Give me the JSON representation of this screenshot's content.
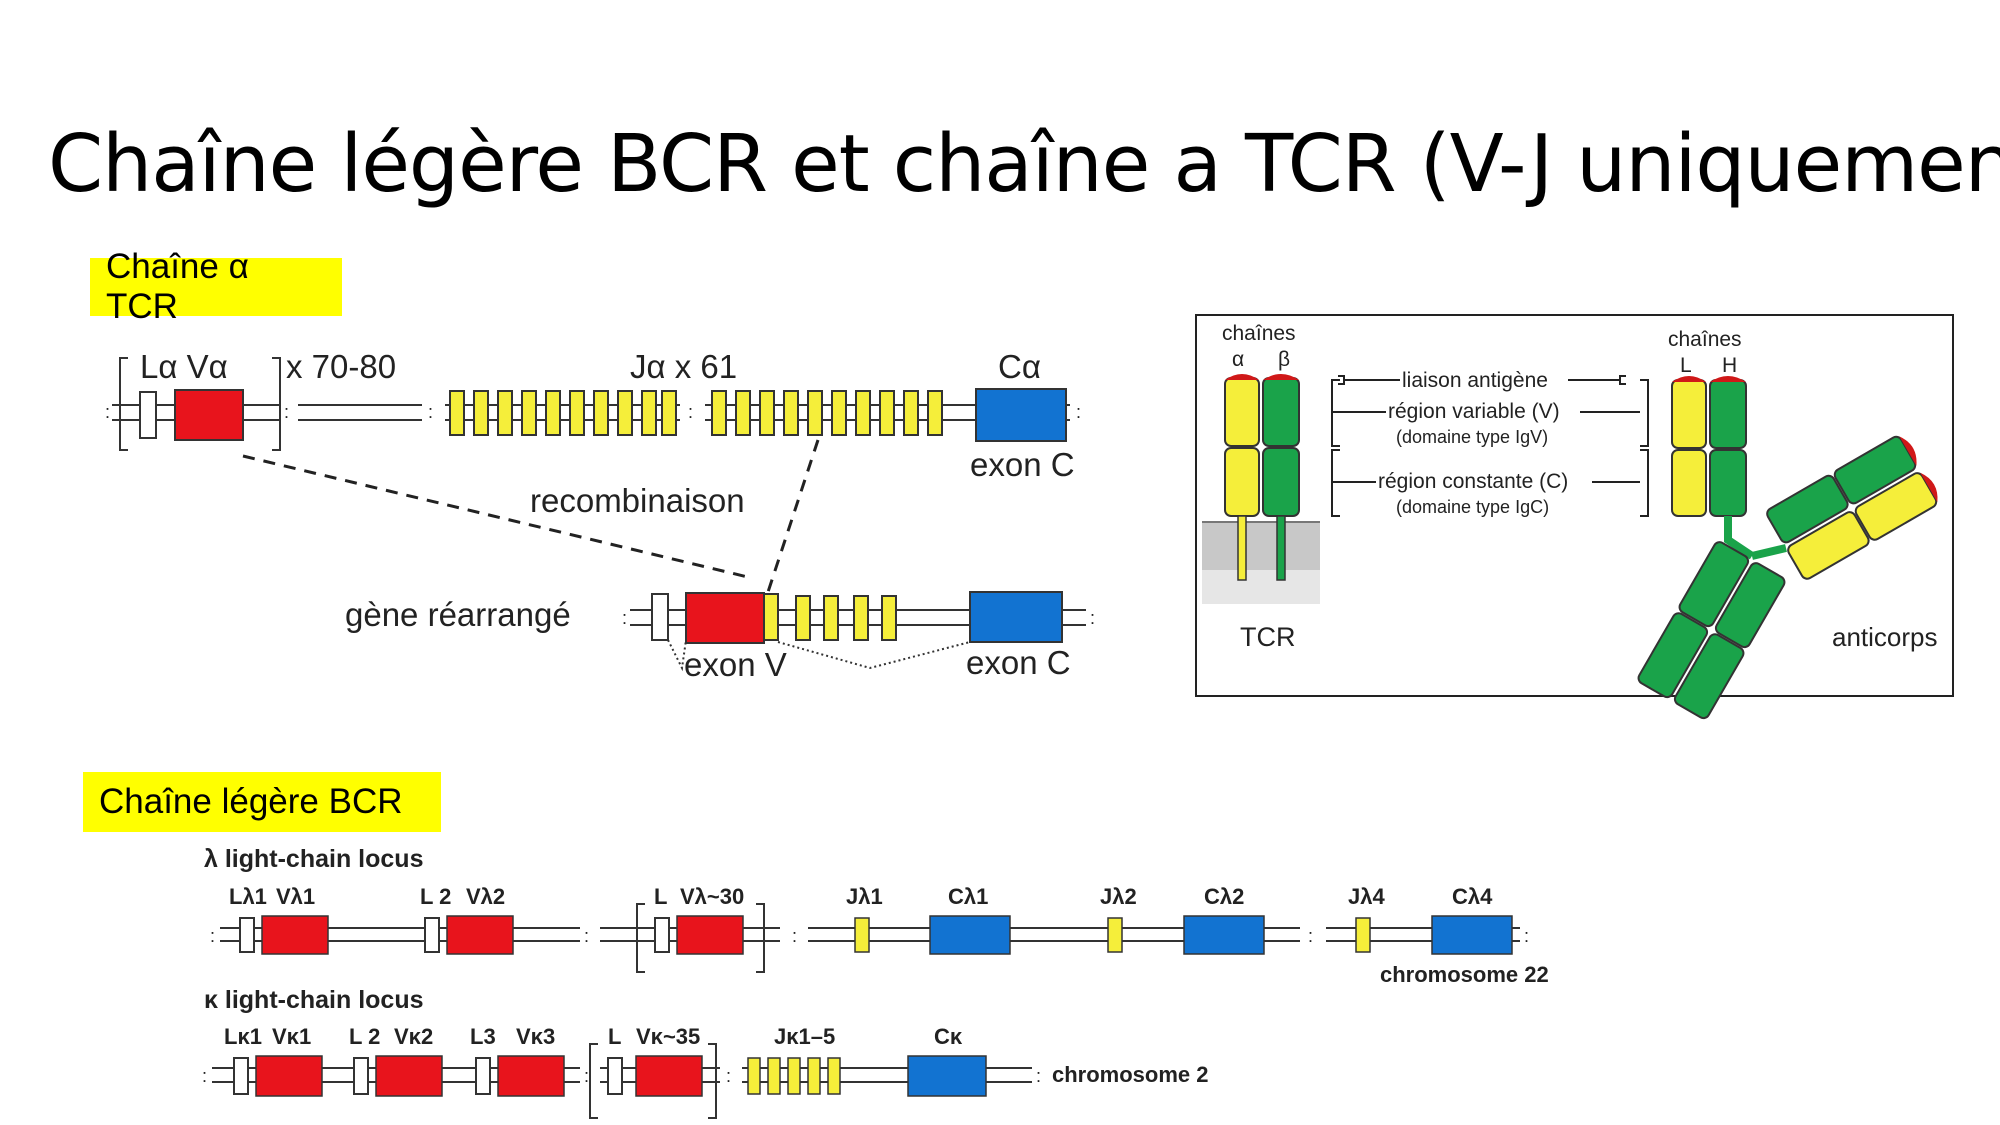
{
  "title": "Chaîne légère BCR et chaîne a TCR (V-J uniquement)",
  "tcr_tag": "Chaîne α TCR",
  "bcr_tag": "Chaîne légère BCR",
  "tcr_locus": {
    "la_va": "Lα Vα",
    "repeat_v": "x 70-80",
    "ja": "Jα x 61",
    "ca": "Cα",
    "exon_c_top": "exon C",
    "recombinaison": "recombinaison",
    "gene_rearrange": "gène réarrangé",
    "exon_v": "exon V",
    "exon_c_bottom": "exon C"
  },
  "structure_panel": {
    "chaines_left": "chaînes",
    "alpha": "α",
    "beta": "β",
    "chaines_right": "chaînes",
    "L": "L",
    "H": "H",
    "liaison": "liaison antigène",
    "region_v": "région variable (V)",
    "domaine_v": "(domaine type IgV)",
    "region_c": "région constante (C)",
    "domaine_c": "(domaine type IgC)",
    "tcr": "TCR",
    "anticorps": "anticorps"
  },
  "lambda_locus": {
    "header": "λ light-chain locus",
    "labels": [
      "Lλ1",
      "Vλ1",
      "L 2",
      "Vλ2",
      "L",
      "Vλ~30",
      "Jλ1",
      "Cλ1",
      "Jλ2",
      "Cλ2",
      "Jλ4",
      "Cλ4"
    ],
    "chromosome": "chromosome 22"
  },
  "kappa_locus": {
    "header": "κ light-chain locus",
    "labels": [
      "Lκ1",
      "Vκ1",
      "L 2",
      "Vκ2",
      "L3",
      "Vκ3",
      "L",
      "Vκ~35",
      "Jκ1–5",
      "Cκ"
    ],
    "chromosome": "chromosome 2"
  },
  "colors": {
    "v_segment": "#e8141c",
    "j_segment": "#f5ee3a",
    "c_segment": "#1273d1",
    "tag_bg": "#ffff00",
    "green": "#1aa34a"
  }
}
